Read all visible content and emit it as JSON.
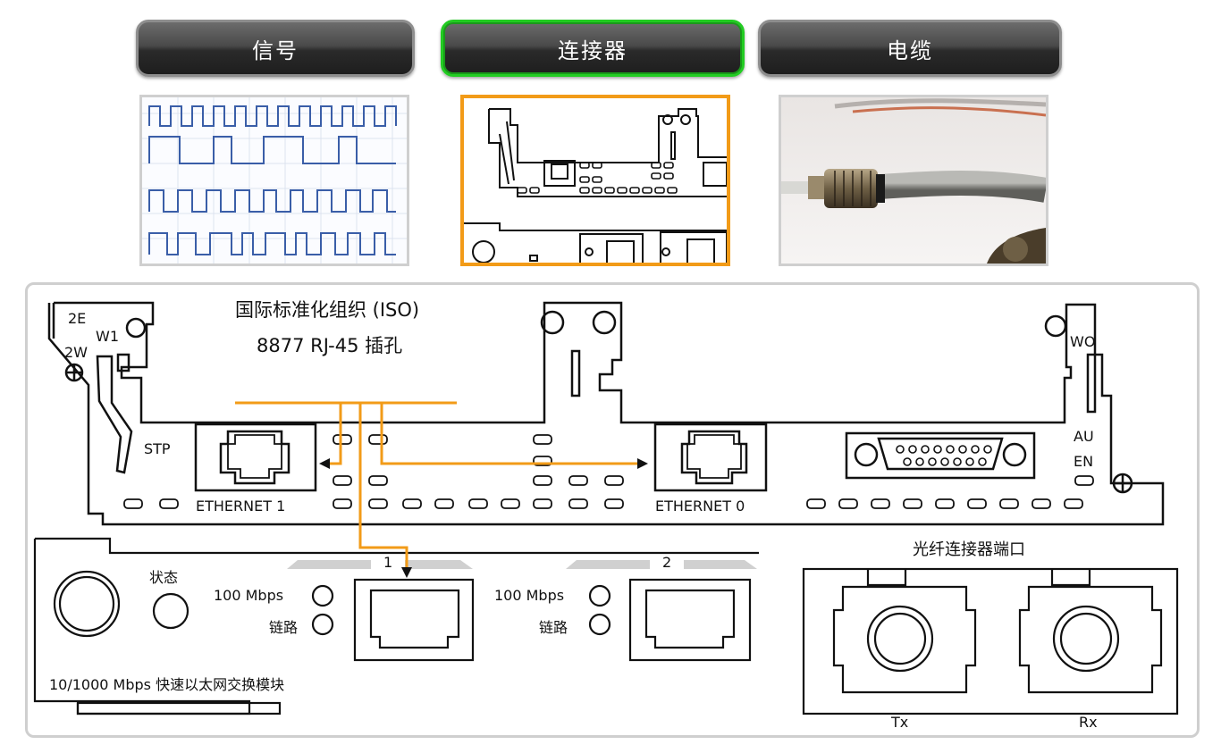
{
  "tabs": [
    {
      "label": "信号",
      "active": false
    },
    {
      "label": "连接器",
      "active": true
    },
    {
      "label": "电缆",
      "active": false
    }
  ],
  "colors": {
    "active_tab_border": "#22cc22",
    "highlight": "#f29b18",
    "tab_bg": "#2f2f2f"
  },
  "diagram": {
    "title_line1": "国际标准化组织 (ISO)",
    "title_line2": "8877 RJ-45 插孔",
    "label_2e": "2E",
    "label_w1": "W1",
    "label_2w": "2W",
    "label_stp": "STP",
    "label_wo": "WO",
    "label_au": "AU",
    "label_en": "EN",
    "ethernet1": "ETHERNET 1",
    "ethernet0": "ETHERNET 0",
    "status": "状态",
    "port1_num": "1",
    "port2_num": "2",
    "speed1": "100 Mbps",
    "link1": "链路",
    "speed2": "100 Mbps",
    "link2": "链路",
    "module_label": "10/1000 Mbps 快速以太网交换模块",
    "fiber_title": "光纤连接器端口",
    "tx": "Tx",
    "rx": "Rx"
  }
}
